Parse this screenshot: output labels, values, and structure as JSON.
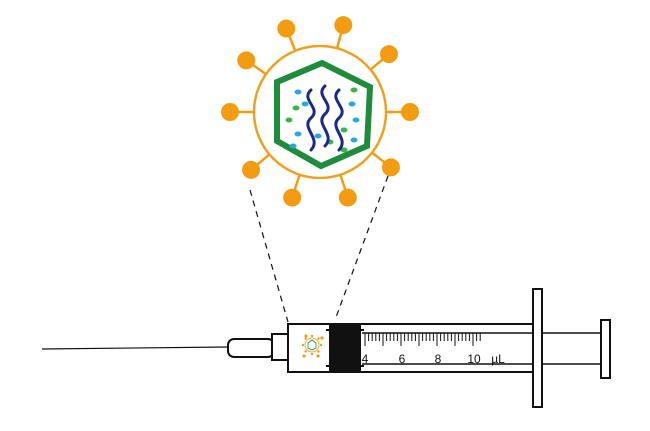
{
  "syringe": {
    "scale_labels": [
      "4",
      "6",
      "8",
      "10"
    ],
    "unit": "µL",
    "colors": {
      "outline": "#111111",
      "plunger_seal": "#111111"
    }
  },
  "virus": {
    "colors": {
      "envelope": "#f0a020",
      "spike": "#f39c12",
      "capsid": "#1e8c3a",
      "genome": "#1a2a8c",
      "dot_blue": "#29a8e0",
      "dot_green": "#3ab54a"
    }
  }
}
